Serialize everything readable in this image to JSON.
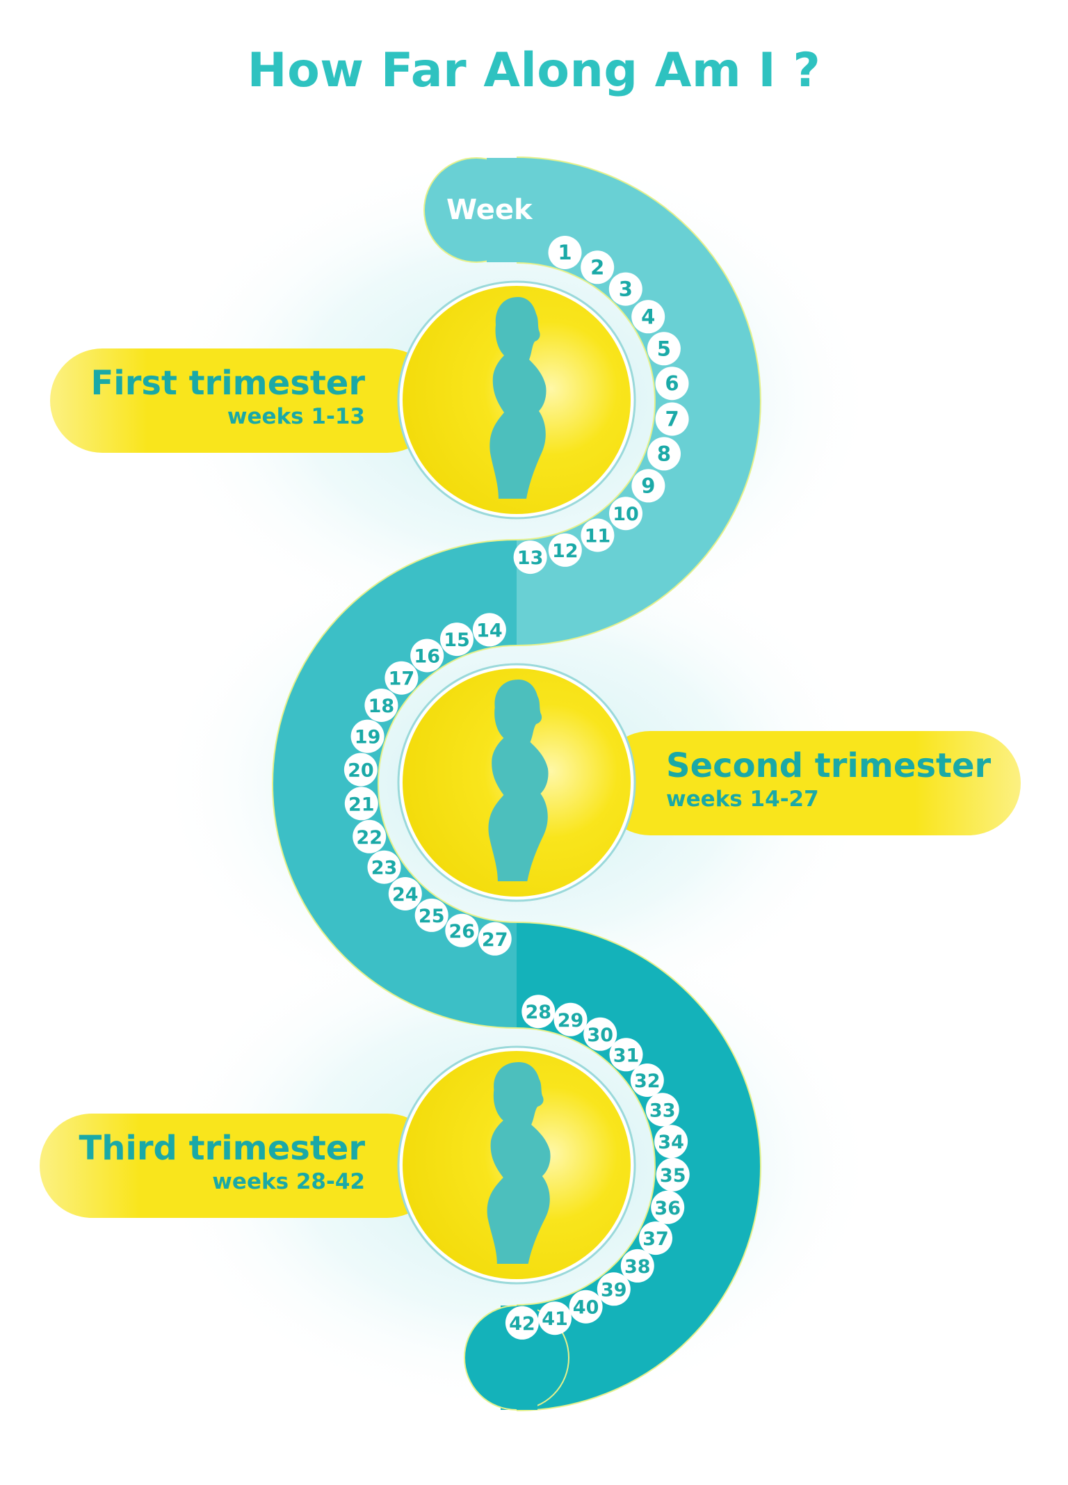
{
  "title": "How Far Along Am I ?",
  "week_label": "Week",
  "trimesters": [
    {
      "name": "First trimester",
      "weeks": "weeks 1-13"
    },
    {
      "name": "Second trimester",
      "weeks": "weeks 14-27"
    },
    {
      "name": "Third trimester",
      "weeks": "weeks 28-42"
    }
  ],
  "week_numbers": [
    "1",
    "2",
    "3",
    "4",
    "5",
    "6",
    "7",
    "8",
    "9",
    "10",
    "11",
    "12",
    "13",
    "14",
    "15",
    "16",
    "17",
    "18",
    "19",
    "20",
    "21",
    "22",
    "23",
    "24",
    "25",
    "26",
    "27",
    "28",
    "29",
    "30",
    "31",
    "32",
    "33",
    "34",
    "35",
    "36",
    "37",
    "38",
    "39",
    "40",
    "41",
    "42"
  ],
  "colors": {
    "title": "#2ec2c0",
    "band_first": "#69d0d4",
    "band_second": "#3cbfc6",
    "band_third": "#14b2ba",
    "band_edge": "#e6f18c",
    "yellow": "#f9e51c",
    "label_text": "#1aa9a7",
    "silhouette": "#4cbfbd"
  }
}
